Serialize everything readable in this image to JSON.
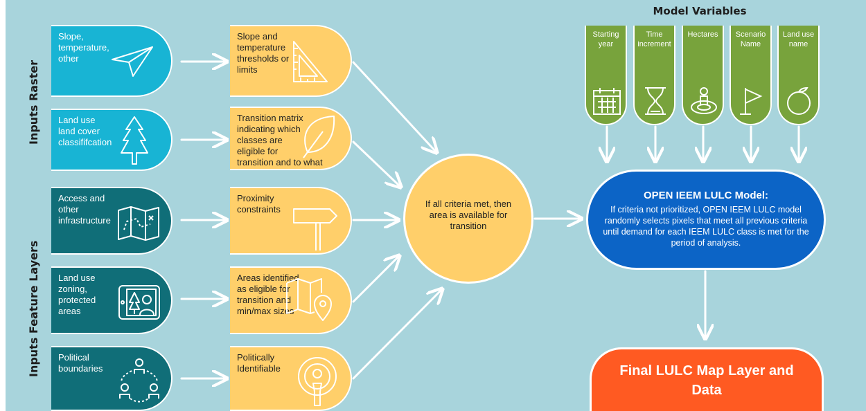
{
  "side_labels": {
    "raster": "Inputs Raster",
    "feature": "Inputs Feature Layers"
  },
  "inputs": [
    {
      "label": "Slope,\ntemperature,\nother",
      "icon": "paper-plane-icon",
      "group": "raster"
    },
    {
      "label": "Land use\nland cover\nclassififcation",
      "icon": "pine-tree-icon",
      "group": "raster"
    },
    {
      "label": "Access and\nother\ninfrastructure",
      "icon": "map-icon",
      "group": "feature"
    },
    {
      "label": "Land use\nzoning,\nprotected\nareas",
      "icon": "tablet-tree-icon",
      "group": "feature"
    },
    {
      "label": "Political\nboundaries",
      "icon": "people-network-icon",
      "group": "feature"
    }
  ],
  "criteria": [
    {
      "label": "Slope and\ntemperature\nthresholds or\nlimits",
      "icon": "set-square-icon"
    },
    {
      "label": "Transition matrix\nindicating which\nclasses are\neligible for\ntransition and to what",
      "icon": "leaf-icon"
    },
    {
      "label": "Proximity\nconstraints",
      "icon": "signpost-icon"
    },
    {
      "label": "Areas identified\nas eligible for\ntransition and\nmin/max sizes",
      "icon": "map-pin-icon"
    },
    {
      "label": "Politically\nIdentifiable",
      "icon": "person-radar-icon"
    }
  ],
  "decision": "If all criteria met, then\narea is available for\ntransition",
  "model_variables": {
    "title": "Model Variables",
    "items": [
      {
        "label": "Starting\nyear",
        "icon": "calendar-icon"
      },
      {
        "label": "Time\nincrement",
        "icon": "hourglass-icon"
      },
      {
        "label": "Hectares",
        "icon": "person-on-area-icon"
      },
      {
        "label": "Scenario\nName",
        "icon": "flag-icon"
      },
      {
        "label": "Land use\nname",
        "icon": "fruit-icon"
      }
    ]
  },
  "model": {
    "title": "OPEN IEEM LULC Model:",
    "description": "If criteria not prioritized, OPEN IEEM LULC model randomly selects pixels that meet all previous criteria until demand for each IEEM LULC class is met for the period of analysis."
  },
  "final": "Final LULC Map Layer and\nData",
  "colors": {
    "background": "#a8d4dc",
    "raster_input": "#18b4d4",
    "feature_input": "#106e78",
    "criteria": "#ffcf6a",
    "variables": "#78a33c",
    "model": "#0c64c6",
    "final": "#ff5a22"
  }
}
